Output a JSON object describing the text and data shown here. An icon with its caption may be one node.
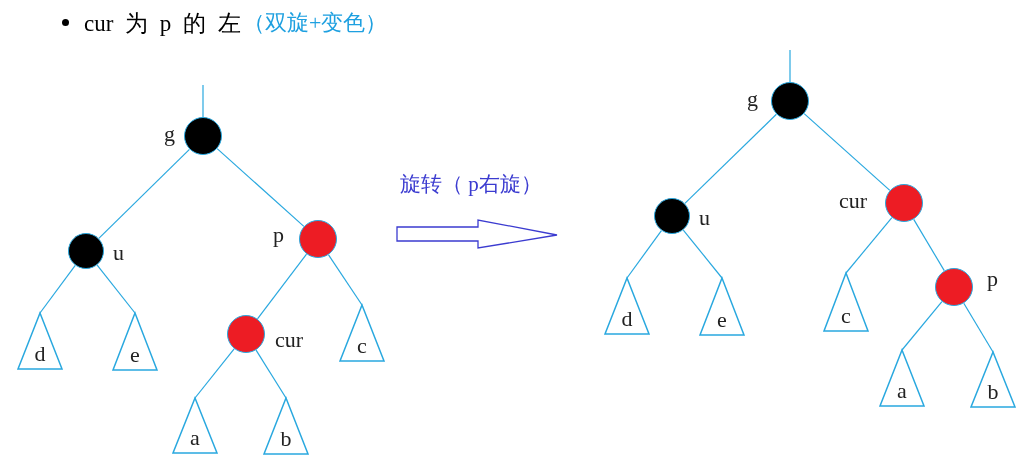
{
  "diagram": {
    "title": "cur 为 p 的 左",
    "nodes": [
      {
        "text": [
          "g"
        ]
      },
      {
        "text": [
          "u"
        ]
      },
      {
        "text": [
          "p"
        ]
      },
      {
        "text": [
          "d"
        ]
      },
      {
        "text": [
          "e"
        ]
      },
      {
        "text": [
          "cur"
        ]
      },
      {
        "text": [
          "c"
        ]
      },
      {
        "text": [
          "a"
        ]
      },
      {
        "text": [
          "b"
        ]
      },
      {
        "text": [
          "g"
        ]
      },
      {
        "text": [
          "u"
        ]
      },
      {
        "text": [
          "cur"
        ]
      },
      {
        "text": [
          "d"
        ]
      },
      {
        "text": [
          "e"
        ]
      },
      {
        "text": [
          "c"
        ]
      },
      {
        "text": [
          "p"
        ]
      },
      {
        "text": [
          "a"
        ]
      },
      {
        "text": [
          "b"
        ]
      }
    ],
    "edges": [
      {
        "from": null,
        "to": 0,
        "arrow": "none"
      },
      {
        "from": 0,
        "to": 1,
        "arrow": "none"
      },
      {
        "from": 0,
        "to": 2,
        "arrow": "none"
      },
      {
        "from": 1,
        "to": 3,
        "arrow": "none"
      },
      {
        "from": 1,
        "to": 4,
        "arrow": "none"
      },
      {
        "from": 2,
        "to": 5,
        "arrow": "none"
      },
      {
        "from": 2,
        "to": 6,
        "arrow": "none"
      },
      {
        "from": 5,
        "to": 7,
        "arrow": "none"
      },
      {
        "from": 5,
        "to": 8,
        "arrow": "none"
      },
      {
        "from": null,
        "to": 9,
        "arrow": "none"
      },
      {
        "from": 9,
        "to": 10,
        "arrow": "none"
      },
      {
        "from": 9,
        "to": 11,
        "arrow": "none"
      },
      {
        "from": 10,
        "to": 12,
        "arrow": "none"
      },
      {
        "from": 10,
        "to": 13,
        "arrow": "none"
      },
      {
        "from": 11,
        "to": 14,
        "arrow": "none"
      },
      {
        "from": 11,
        "to": 15,
        "arrow": "none"
      },
      {
        "from": 15,
        "to": 16,
        "arrow": "none"
      },
      {
        "from": 15,
        "to": 17,
        "arrow": "none"
      }
    ],
    "labels": [
      "（双旋+变色）",
      "旋转（ p右旋）"
    ]
  }
}
